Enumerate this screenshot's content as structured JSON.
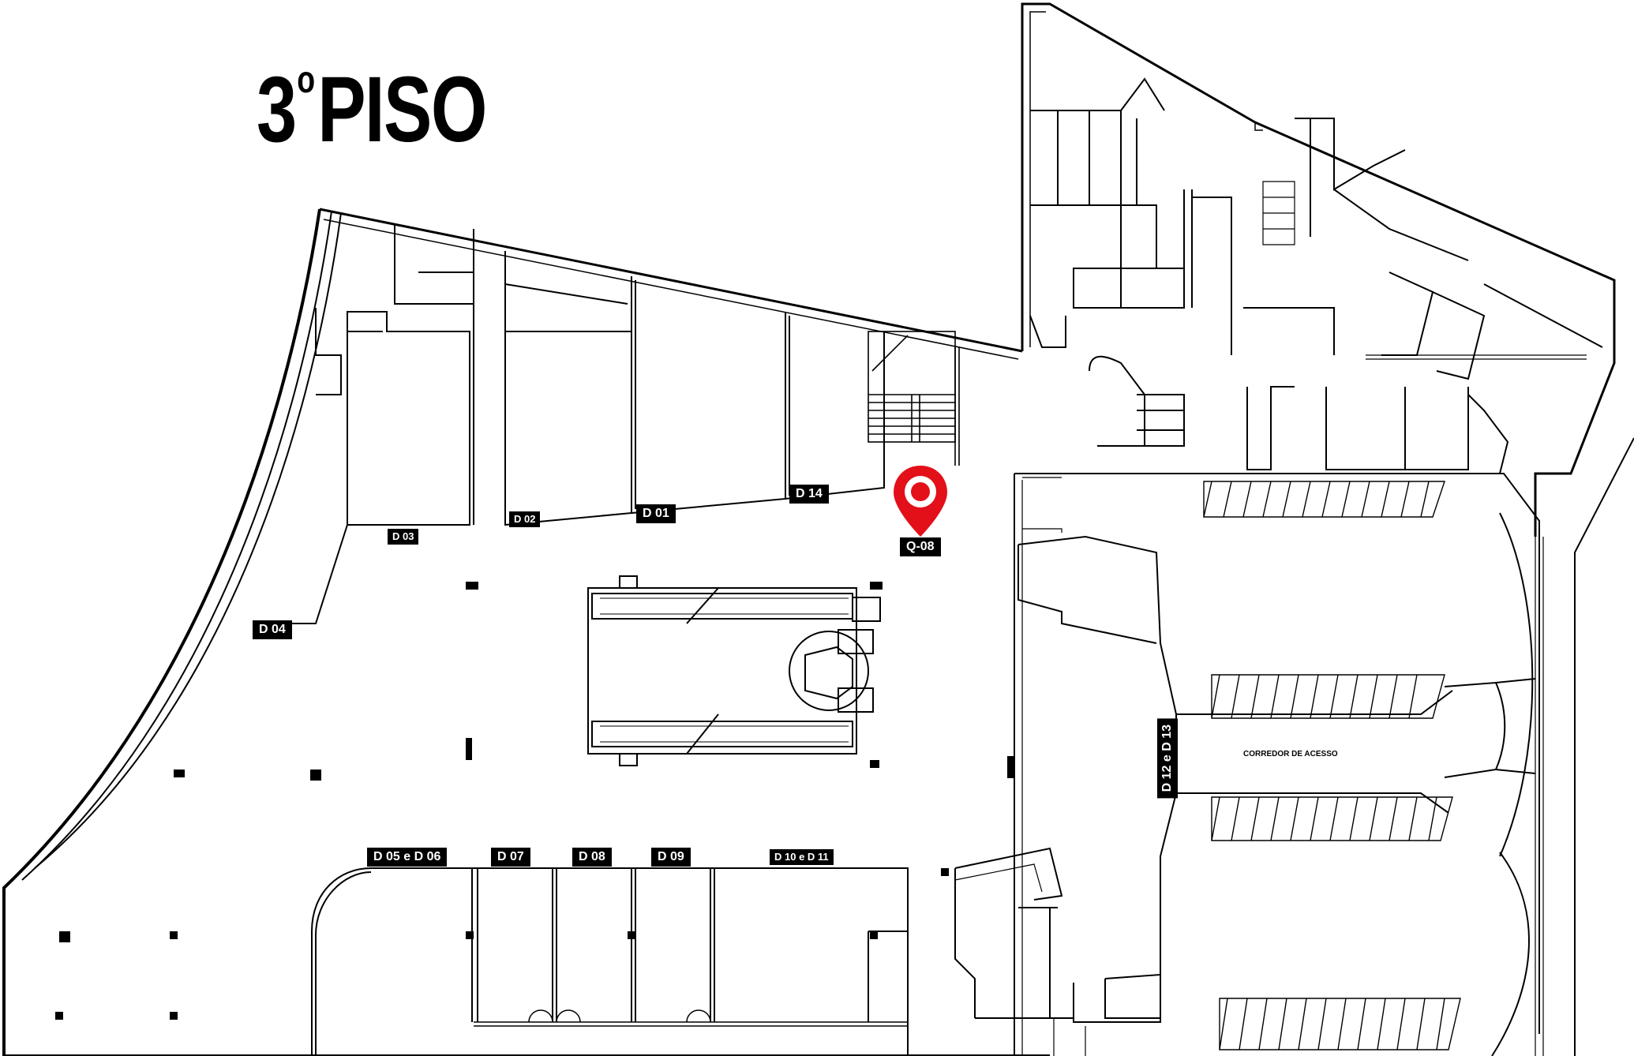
{
  "title": {
    "floor_number": "3",
    "ordinal": "o",
    "word": "PISO"
  },
  "units": [
    {
      "id": "d03",
      "label": "D 03"
    },
    {
      "id": "d02",
      "label": "D 02"
    },
    {
      "id": "d01",
      "label": "D 01"
    },
    {
      "id": "d14",
      "label": "D 14"
    },
    {
      "id": "d04",
      "label": "D 04"
    },
    {
      "id": "d05-06",
      "label": "D 05 e D 06"
    },
    {
      "id": "d07",
      "label": "D 07"
    },
    {
      "id": "d08",
      "label": "D 08"
    },
    {
      "id": "d09",
      "label": "D 09"
    },
    {
      "id": "d10-11",
      "label": "D 10 e D 11"
    },
    {
      "id": "d12-13",
      "label": "D 12 e D 13"
    }
  ],
  "marker": {
    "label": "Q-08",
    "icon": "location-pin-icon",
    "color": "#e3101a"
  },
  "corridor": {
    "label": "CORREDOR DE ACESSO"
  },
  "colors": {
    "lines": "#000000",
    "background": "#ffffff",
    "label_bg": "#000000",
    "label_text": "#ffffff"
  }
}
